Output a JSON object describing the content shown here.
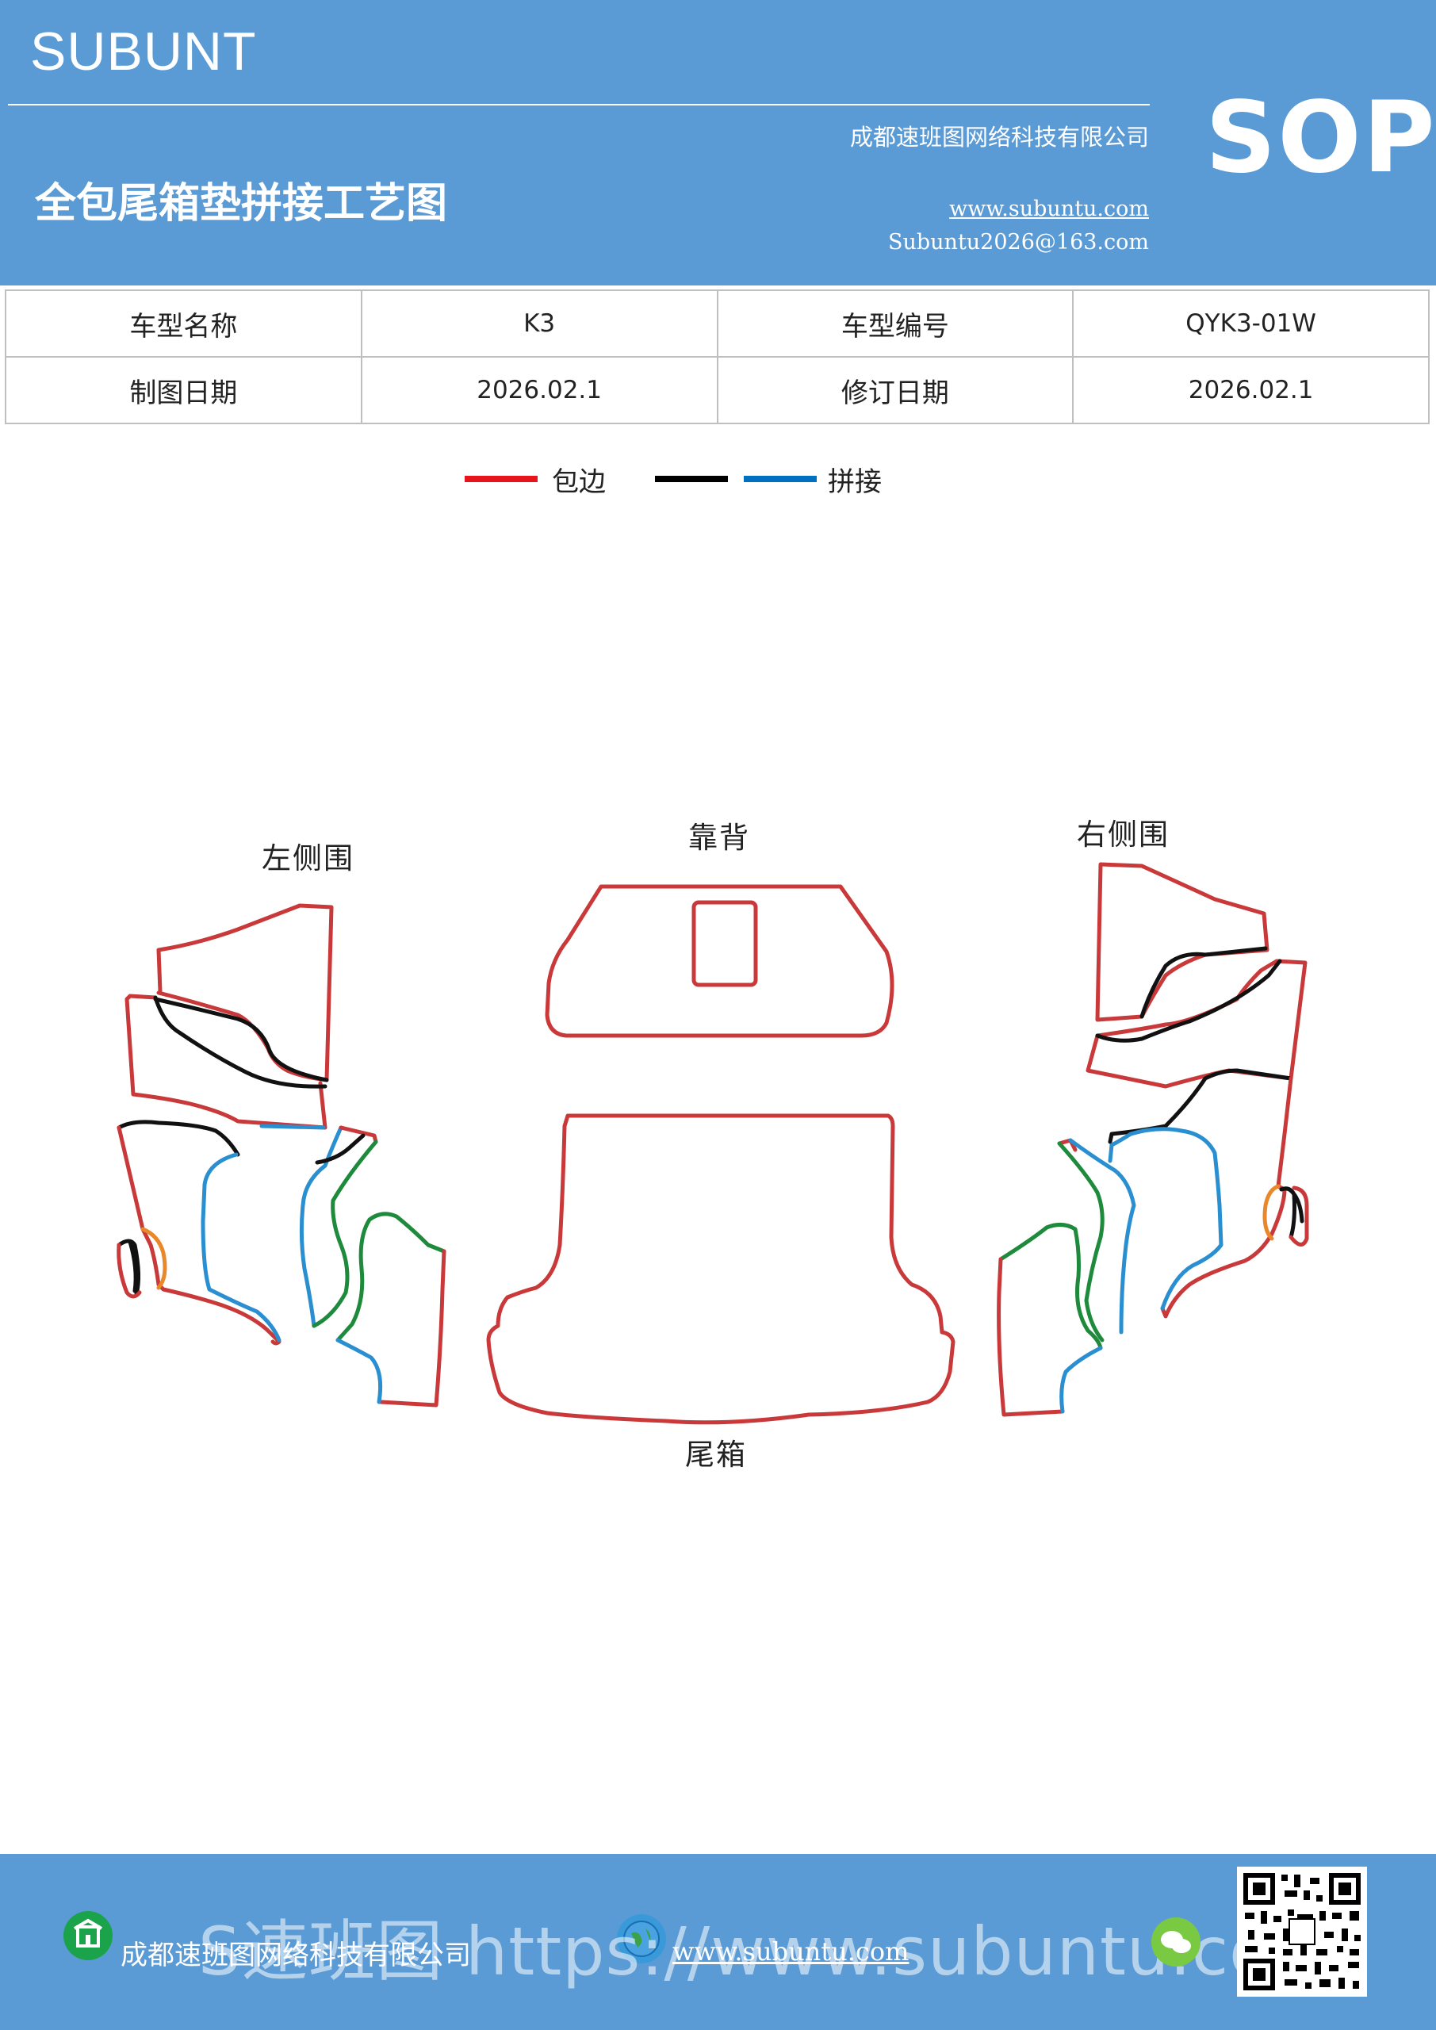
{
  "header": {
    "brand": "SUBUNT",
    "company": "成都速班图网络科技有限公司",
    "title": "全包尾箱垫拼接工艺图",
    "website": "www.subuntu.com",
    "email": "Subuntu2026@163.com",
    "sop": "SOP"
  },
  "info_table": {
    "row1": {
      "label1": "车型名称",
      "value1": "K3",
      "label2": "车型编号",
      "value2": "QYK3-01W"
    },
    "row2": {
      "label1": "制图日期",
      "value1": "2026.02.1",
      "label2": "修订日期",
      "value2": "2026.02.1"
    }
  },
  "legend": {
    "edge_label": "包边",
    "splice_label": "拼接",
    "colors": {
      "edge": "#e8141b",
      "black": "#000000",
      "splice": "#0070c0"
    }
  },
  "parts": {
    "left_side": "左侧围",
    "backrest": "靠背",
    "right_side": "右侧围",
    "trunk": "尾箱"
  },
  "stroke_colors": {
    "red": "#c9393a",
    "black": "#111111",
    "blue": "#2a8fd0",
    "green": "#1e8a3c",
    "orange": "#e8882a"
  },
  "footer": {
    "company": "成都速班图网络科技有限公司",
    "website": "www.subuntu.com",
    "watermark": "S速班图 https://www.subuntu.com"
  }
}
